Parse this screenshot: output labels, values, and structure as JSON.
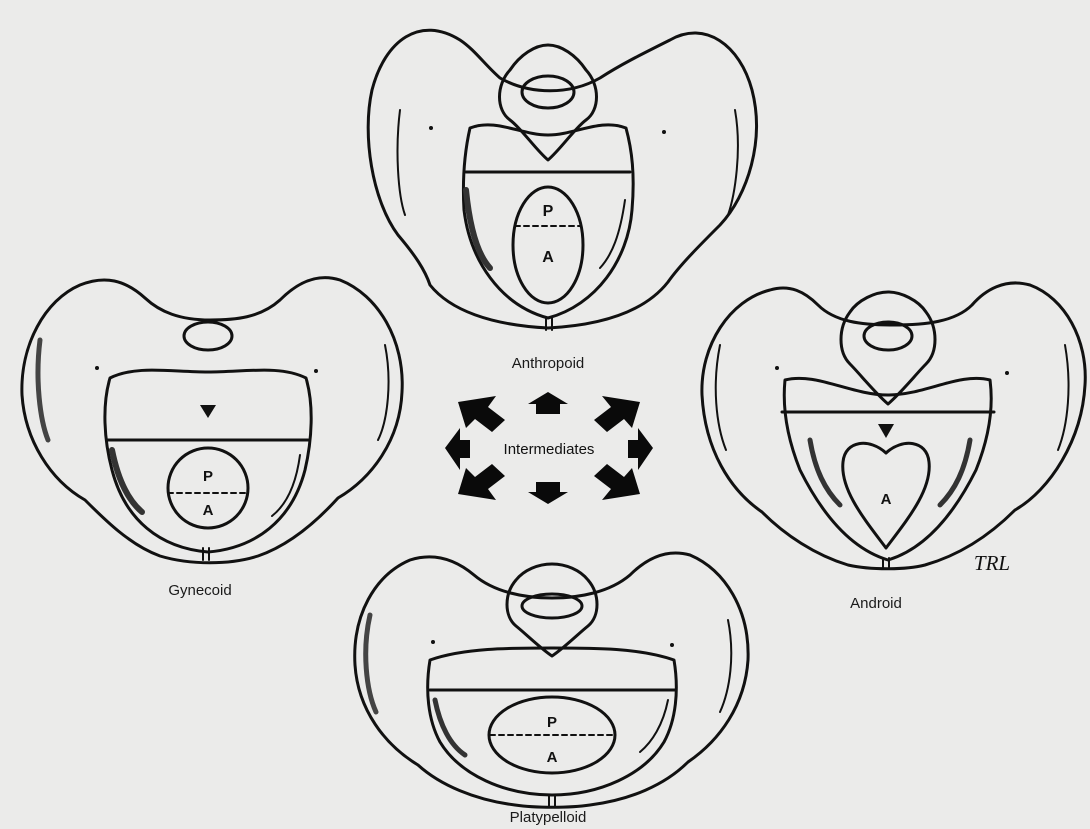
{
  "pelves": {
    "anthropoid": {
      "name": "Anthropoid",
      "top": "P",
      "bottom": "A"
    },
    "gynecoid": {
      "name": "Gynecoid",
      "top": "P",
      "bottom": "A"
    },
    "android": {
      "name": "Android",
      "bottom": "A"
    },
    "platypelloid": {
      "name": "Platypelloid",
      "top": "P",
      "bottom": "A"
    }
  },
  "center": {
    "label": "Intermediates"
  },
  "signature": "TRL"
}
